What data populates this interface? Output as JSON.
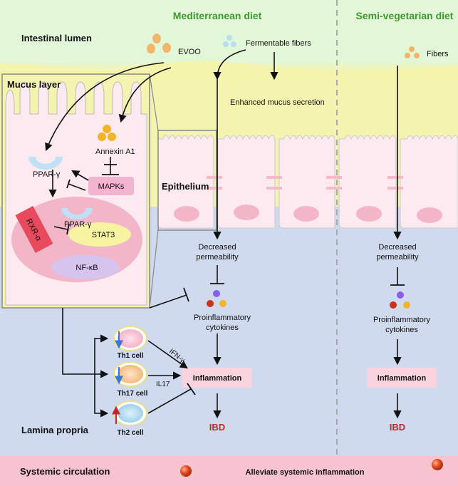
{
  "headers": {
    "mediterranean": "Mediterranean diet",
    "semi_vegetarian": "Semi-vegetarian diet"
  },
  "regions": {
    "intestinal_lumen": "Intestinal lumen",
    "mucus_layer": "Mucus layer",
    "epithelium": "Epithelium",
    "lamina_propria": "Lamina propria",
    "systemic_circulation": "Systemic circulation"
  },
  "inputs": {
    "evoo": "EVOO",
    "fermentable_fibers": "Fermentable fibers",
    "fibers": "Fibers"
  },
  "mechanism": {
    "annexin": "Annexin A1",
    "ppar_top": "PPAR-γ",
    "mapks": "MAPKs",
    "ppar_nucleus": "PPAR-γ",
    "rxr": "RXR-α",
    "stat3": "STAT3",
    "nfkb": "NF-κB"
  },
  "mediterranean_path": {
    "mucus": "Enhanced mucus secretion",
    "permeability_l1": "Decreased",
    "permeability_l2": "permeability",
    "cytokines_l1": "Proinflammatory",
    "cytokines_l2": "cytokines",
    "inflammation": "Inflammation",
    "ibd": "IBD"
  },
  "semi_vegetarian_path": {
    "permeability_l1": "Decreased",
    "permeability_l2": "permeability",
    "cytokines_l1": "Proinflammatory",
    "cytokines_l2": "cytokines",
    "inflammation": "Inflammation",
    "ibd": "IBD"
  },
  "tcells": {
    "th1": "Th1 cell",
    "th17": "Th17 cell",
    "th2": "Th2 cell",
    "ifn": "IFN-γ",
    "il17": "IL17"
  },
  "systemic": "Alleviate systemic inflammation",
  "colors": {
    "lumen": "#dff5d6",
    "mucus": "#f7f3a8",
    "lamina": "#cfd9ef",
    "circulation": "#f7c3d0",
    "green_text": "#3f9a2e",
    "ibd_red": "#c0282e",
    "inflammation_box": "#f9d3dd",
    "cell_fill": "#fdeaf1",
    "nucleus": "#f3b6c9",
    "mapks_box": "#f4b3cf",
    "stat3": "#f8f3a0",
    "nfkb": "#d6c4ef",
    "rxr": "#e74a5c",
    "down_arrow": "#3a78d8",
    "up_arrow": "#c0282e"
  }
}
